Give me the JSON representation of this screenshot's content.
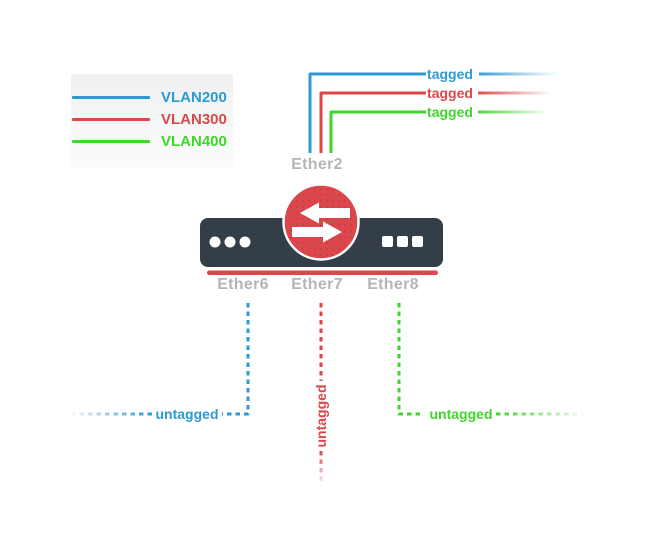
{
  "colors": {
    "blue": "#2E9AD2",
    "red": "#DB474B",
    "green": "#3FD62B",
    "label_gray": "#B2B6B9",
    "device_body": "#333E48",
    "white": "#FFFFFF",
    "legend_bg_top": "#EEF0F1",
    "legend_bg_bottom": "#FBFBFC"
  },
  "legend": {
    "items": [
      {
        "label": "VLAN200",
        "color": "#2E9AD2"
      },
      {
        "label": "VLAN300",
        "color": "#DB474B"
      },
      {
        "label": "VLAN400",
        "color": "#3FD62B"
      }
    ]
  },
  "trunk": {
    "port_label": "Ether2",
    "links": [
      {
        "vlan": "VLAN200",
        "mode_label": "tagged",
        "color": "#2E9AD2"
      },
      {
        "vlan": "VLAN300",
        "mode_label": "tagged",
        "color": "#DB474B"
      },
      {
        "vlan": "VLAN400",
        "mode_label": "tagged",
        "color": "#3FD62B"
      }
    ]
  },
  "device": {
    "icon": "transfer-arrows-icon",
    "led_dots": 3,
    "port_squares": 3
  },
  "access_ports": [
    {
      "port_label": "Ether6",
      "mode_label": "untagged",
      "vlan": "VLAN200",
      "color": "#2E9AD2"
    },
    {
      "port_label": "Ether7",
      "mode_label": "untagged",
      "vlan": "VLAN300",
      "color": "#DB474B"
    },
    {
      "port_label": "Ether8",
      "mode_label": "untagged",
      "vlan": "VLAN400",
      "color": "#3FD62B"
    }
  ]
}
